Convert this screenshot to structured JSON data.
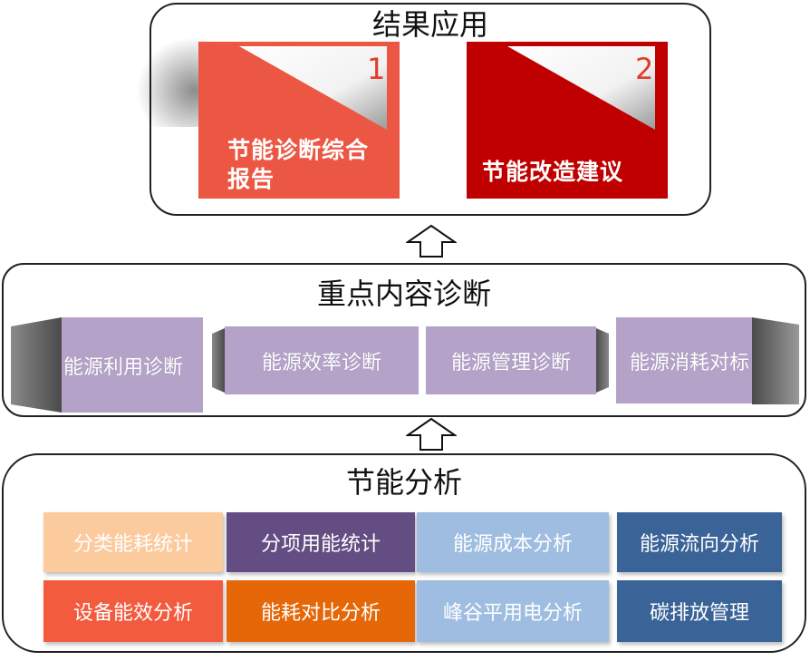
{
  "top": {
    "title": "结果应用",
    "cards": [
      {
        "number": "1",
        "label": "节能诊断综合\n报告",
        "color": "#ec5744"
      },
      {
        "number": "2",
        "label": "节能改造建议",
        "color": "#c00000"
      }
    ]
  },
  "middle": {
    "title": "重点内容诊断",
    "items": [
      "能源利用诊断",
      "能源效率诊断",
      "能源管理诊断",
      "能源消耗对标"
    ],
    "face_color": "#b4a2c8"
  },
  "bottom": {
    "title": "节能分析",
    "rows": [
      [
        {
          "text": "分类能耗统计",
          "bg": "#fbca9d",
          "fg": "#ffffff"
        },
        {
          "text": "分项用能统计",
          "bg": "#644d82",
          "fg": "#ffffff"
        },
        {
          "text": "能源成本分析",
          "bg": "#9ebde0",
          "fg": "#ffffff"
        },
        {
          "text": "能源流向分析",
          "bg": "#3a6398",
          "fg": "#ffffff"
        }
      ],
      [
        {
          "text": "设备能效分析",
          "bg": "#f35b3e",
          "fg": "#ffffff"
        },
        {
          "text": "能耗对比分析",
          "bg": "#e56707",
          "fg": "#ffffff"
        },
        {
          "text": "峰谷平用电分析",
          "bg": "#9ebde0",
          "fg": "#ffffff"
        },
        {
          "text": "碳排放管理",
          "bg": "#3a6398",
          "fg": "#ffffff"
        }
      ]
    ]
  }
}
